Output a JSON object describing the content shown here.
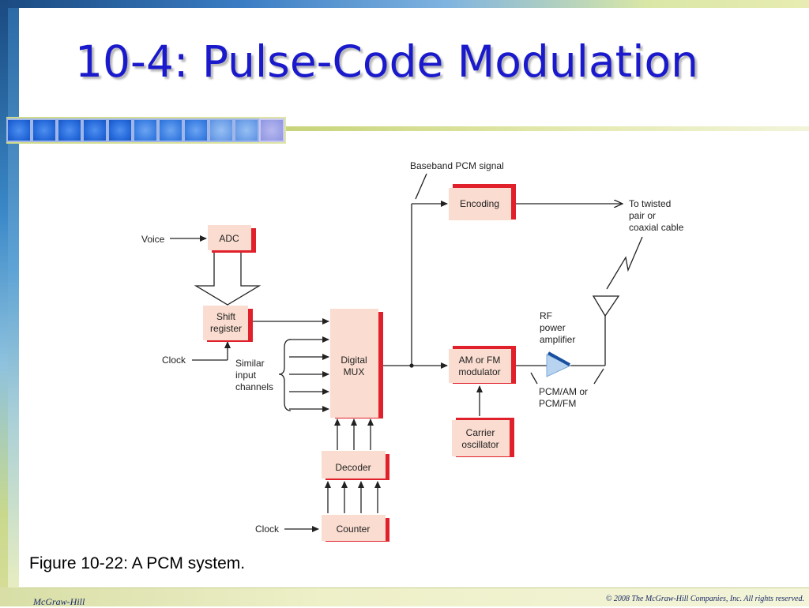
{
  "title": "10-4: Pulse-Code Modulation",
  "caption": "Figure 10-22: A PCM system.",
  "footer": {
    "left": "McGraw-Hill",
    "right": "© 2008 The McGraw-Hill Companies, Inc. All rights reserved."
  },
  "diagram": {
    "blocks": {
      "adc": "ADC",
      "shift_register": [
        "Shift",
        "register"
      ],
      "digital_mux": [
        "Digital",
        "MUX"
      ],
      "decoder": "Decoder",
      "counter": "Counter",
      "encoding": "Encoding",
      "modulator": [
        "AM or FM",
        "modulator"
      ],
      "carrier_oscillator": [
        "Carrier",
        "oscillator"
      ]
    },
    "labels": {
      "voice": "Voice",
      "clock_top": "Clock",
      "clock_bottom": "Clock",
      "similar_inputs": [
        "Similar",
        "input",
        "channels"
      ],
      "baseband": "Baseband PCM signal",
      "twisted_pair": [
        "To twisted",
        "pair or",
        "coaxial cable"
      ],
      "rf_amplifier": [
        "RF",
        "power",
        "amplifier"
      ],
      "pcm_am_fm": [
        "PCM/AM or",
        "PCM/FM"
      ]
    }
  },
  "colors": {
    "title": "#1a1acc",
    "block_fill": "#fadcd0",
    "block_shadow": "#e0202a"
  }
}
